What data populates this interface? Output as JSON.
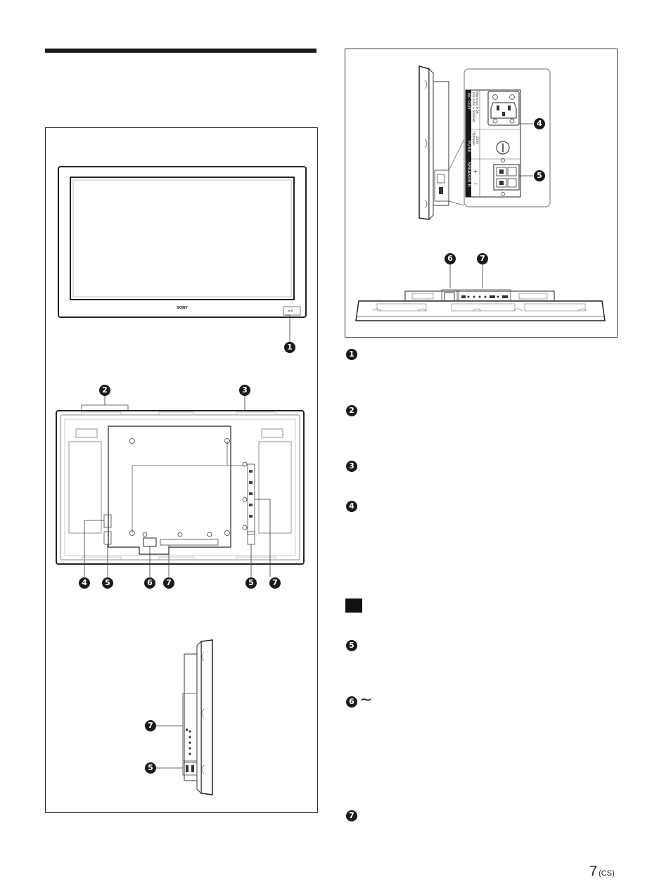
{
  "page": {
    "number": "7",
    "suffix": "(CS)"
  },
  "panel_text": {
    "sony_logo": "SONY",
    "ac_out_label": "AC OUT",
    "ac_out_rating": "100-240V ~ 50/60Hz",
    "ac_out_max": "Maximum 0.5A",
    "fuse_label": "FUSE",
    "fuse_rating": "T500mAH",
    "fuse_voltage": "250V",
    "speaker_label": "SPEAKER R",
    "plus": "+",
    "minus": "−"
  },
  "callouts": {
    "front": [
      "1"
    ],
    "rear_top": [
      "2",
      "3"
    ],
    "rear_bottom": [
      "4",
      "5",
      "6",
      "7",
      "5",
      "7"
    ],
    "side": [
      "7",
      "5"
    ],
    "detail": [
      "4",
      "5"
    ],
    "bottom_view": [
      "6",
      "7"
    ]
  },
  "legend": [
    {
      "number": "1",
      "symbol": ""
    },
    {
      "number": "2",
      "symbol": ""
    },
    {
      "number": "3",
      "symbol": ""
    },
    {
      "number": "4",
      "symbol": ""
    },
    {
      "number": "5",
      "symbol": ""
    },
    {
      "number": "6",
      "symbol": "~"
    },
    {
      "number": "7",
      "symbol": ""
    }
  ]
}
